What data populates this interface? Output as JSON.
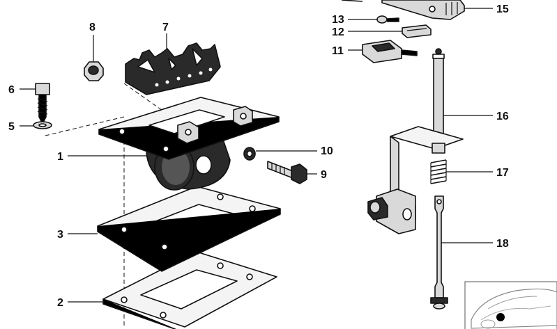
{
  "callouts": {
    "c1": "1",
    "c2": "2",
    "c3": "3",
    "c5": "5",
    "c6": "6",
    "c7": "7",
    "c8": "8",
    "c9": "9",
    "c10": "10",
    "c11": "11",
    "c12": "12",
    "c13": "13",
    "c15": "15",
    "c16": "16",
    "c17": "17",
    "c18": "18"
  }
}
